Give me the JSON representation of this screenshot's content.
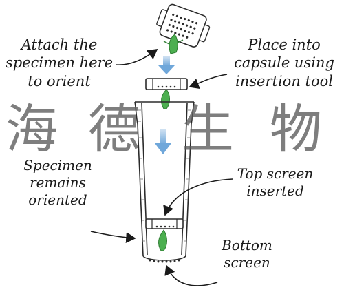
{
  "labels": {
    "attach": [
      "Attach the",
      "specimen here",
      "to orient"
    ],
    "place": [
      "Place into",
      "capsule using",
      "insertion tool"
    ],
    "remains": [
      "Specimen",
      "remains",
      "oriented"
    ],
    "top_screen": [
      "Top screen",
      "inserted"
    ],
    "bottom": [
      "Bottom",
      "screen"
    ]
  },
  "watermark": {
    "chars": [
      "海",
      "德",
      "生",
      "物"
    ]
  },
  "colors": {
    "outline": "#2b2b2b",
    "specimen_green": "#4caf50",
    "arrow_blue": "#7aaedc",
    "watermark": "#5a5a5a"
  }
}
